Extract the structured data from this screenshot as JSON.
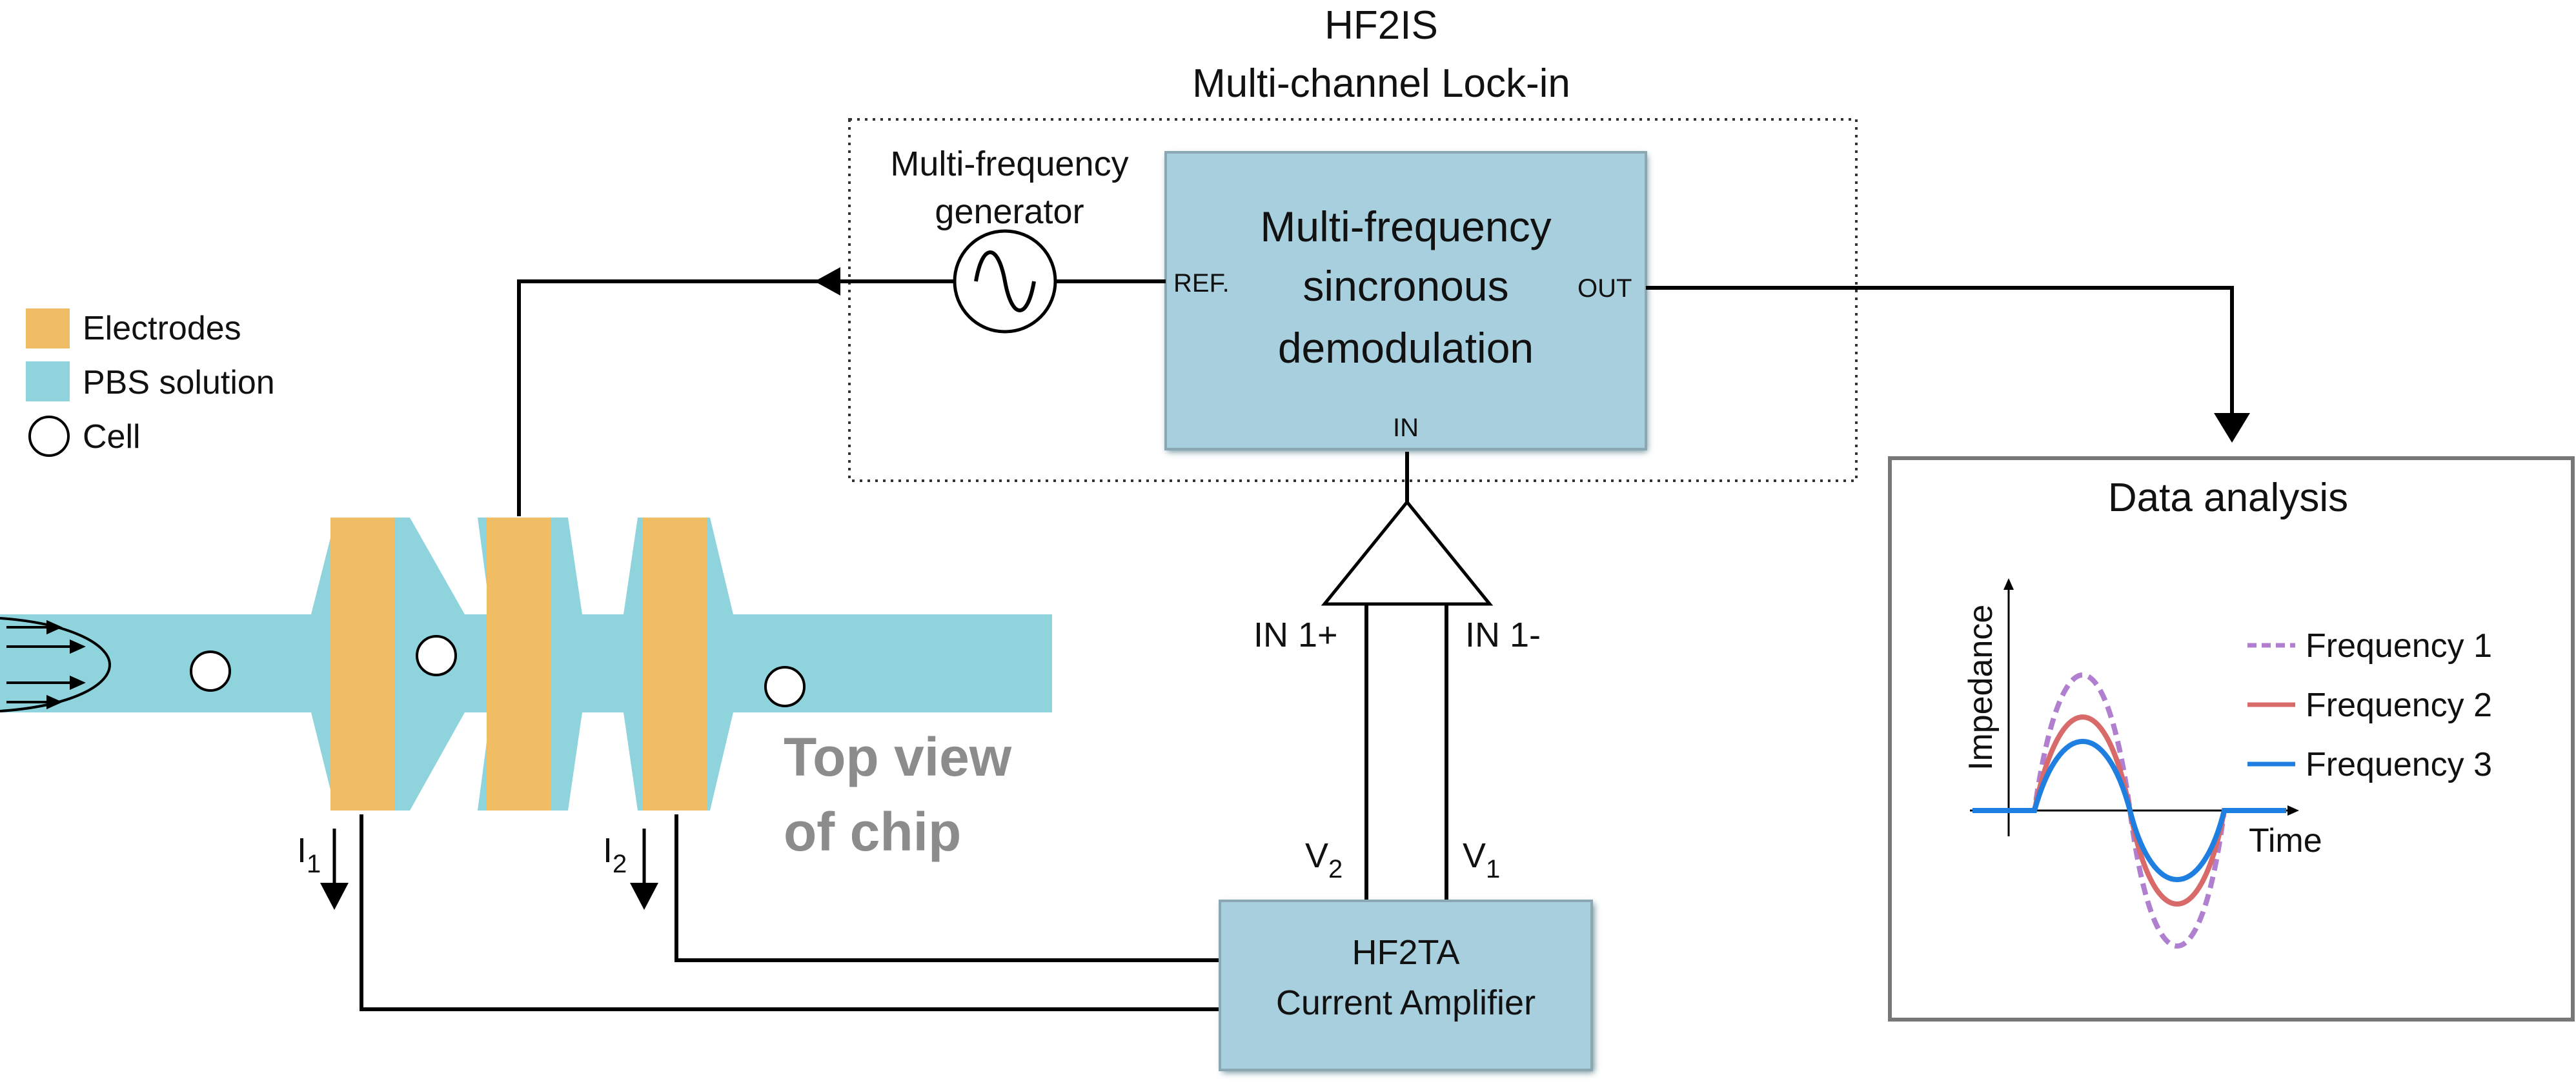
{
  "colors": {
    "electrode": "#f0bd65",
    "pbs": "#8fd4dd",
    "block_fill": "#a7cfdd",
    "wire": "#000000",
    "frequency_1": "#b07fd0",
    "frequency_2": "#d96a6a",
    "frequency_3": "#1f7fe0",
    "chip_text": "#8c8c8c"
  },
  "lockin": {
    "title_line1": "HF2IS",
    "title_line2": "Multi-channel Lock-in",
    "generator_line1": "Multi-frequency",
    "generator_line2": "generator",
    "demod_line1": "Multi-frequency",
    "demod_line2": "sincronous",
    "demod_line3": "demodulation",
    "ref_label": "REF.",
    "out_label": "OUT",
    "in_label": "IN"
  },
  "amplifier": {
    "in_plus": "IN 1+",
    "in_minus": "IN 1-",
    "v2": "V",
    "v2_sub": "2",
    "v1": "V",
    "v1_sub": "1",
    "title_line1": "HF2TA",
    "title_line2": "Current Amplifier"
  },
  "legend": {
    "items": [
      {
        "label": "Electrodes",
        "icon": "orange-square"
      },
      {
        "label": "PBS solution",
        "icon": "blue-square"
      },
      {
        "label": "Cell",
        "icon": "circle"
      }
    ]
  },
  "chip": {
    "line1": "Top view",
    "line2": "of chip",
    "i1": "I",
    "i1_sub": "1",
    "i2": "I",
    "i2_sub": "2"
  },
  "analysis": {
    "title": "Data analysis",
    "ylabel": "Impedance",
    "xlabel": "Time"
  },
  "chart_data": {
    "type": "line",
    "title": "Data analysis",
    "xlabel": "Time",
    "ylabel": "Impedance",
    "grid": false,
    "legend_position": "right",
    "series": [
      {
        "name": "Frequency 1",
        "style": "dashed",
        "color": "#b07fd0",
        "amplitude": 1.0
      },
      {
        "name": "Frequency 2",
        "style": "solid",
        "color": "#d96a6a",
        "amplitude": 0.69
      },
      {
        "name": "Frequency 3",
        "style": "solid",
        "color": "#1f7fe0",
        "amplitude": 0.51
      }
    ]
  }
}
